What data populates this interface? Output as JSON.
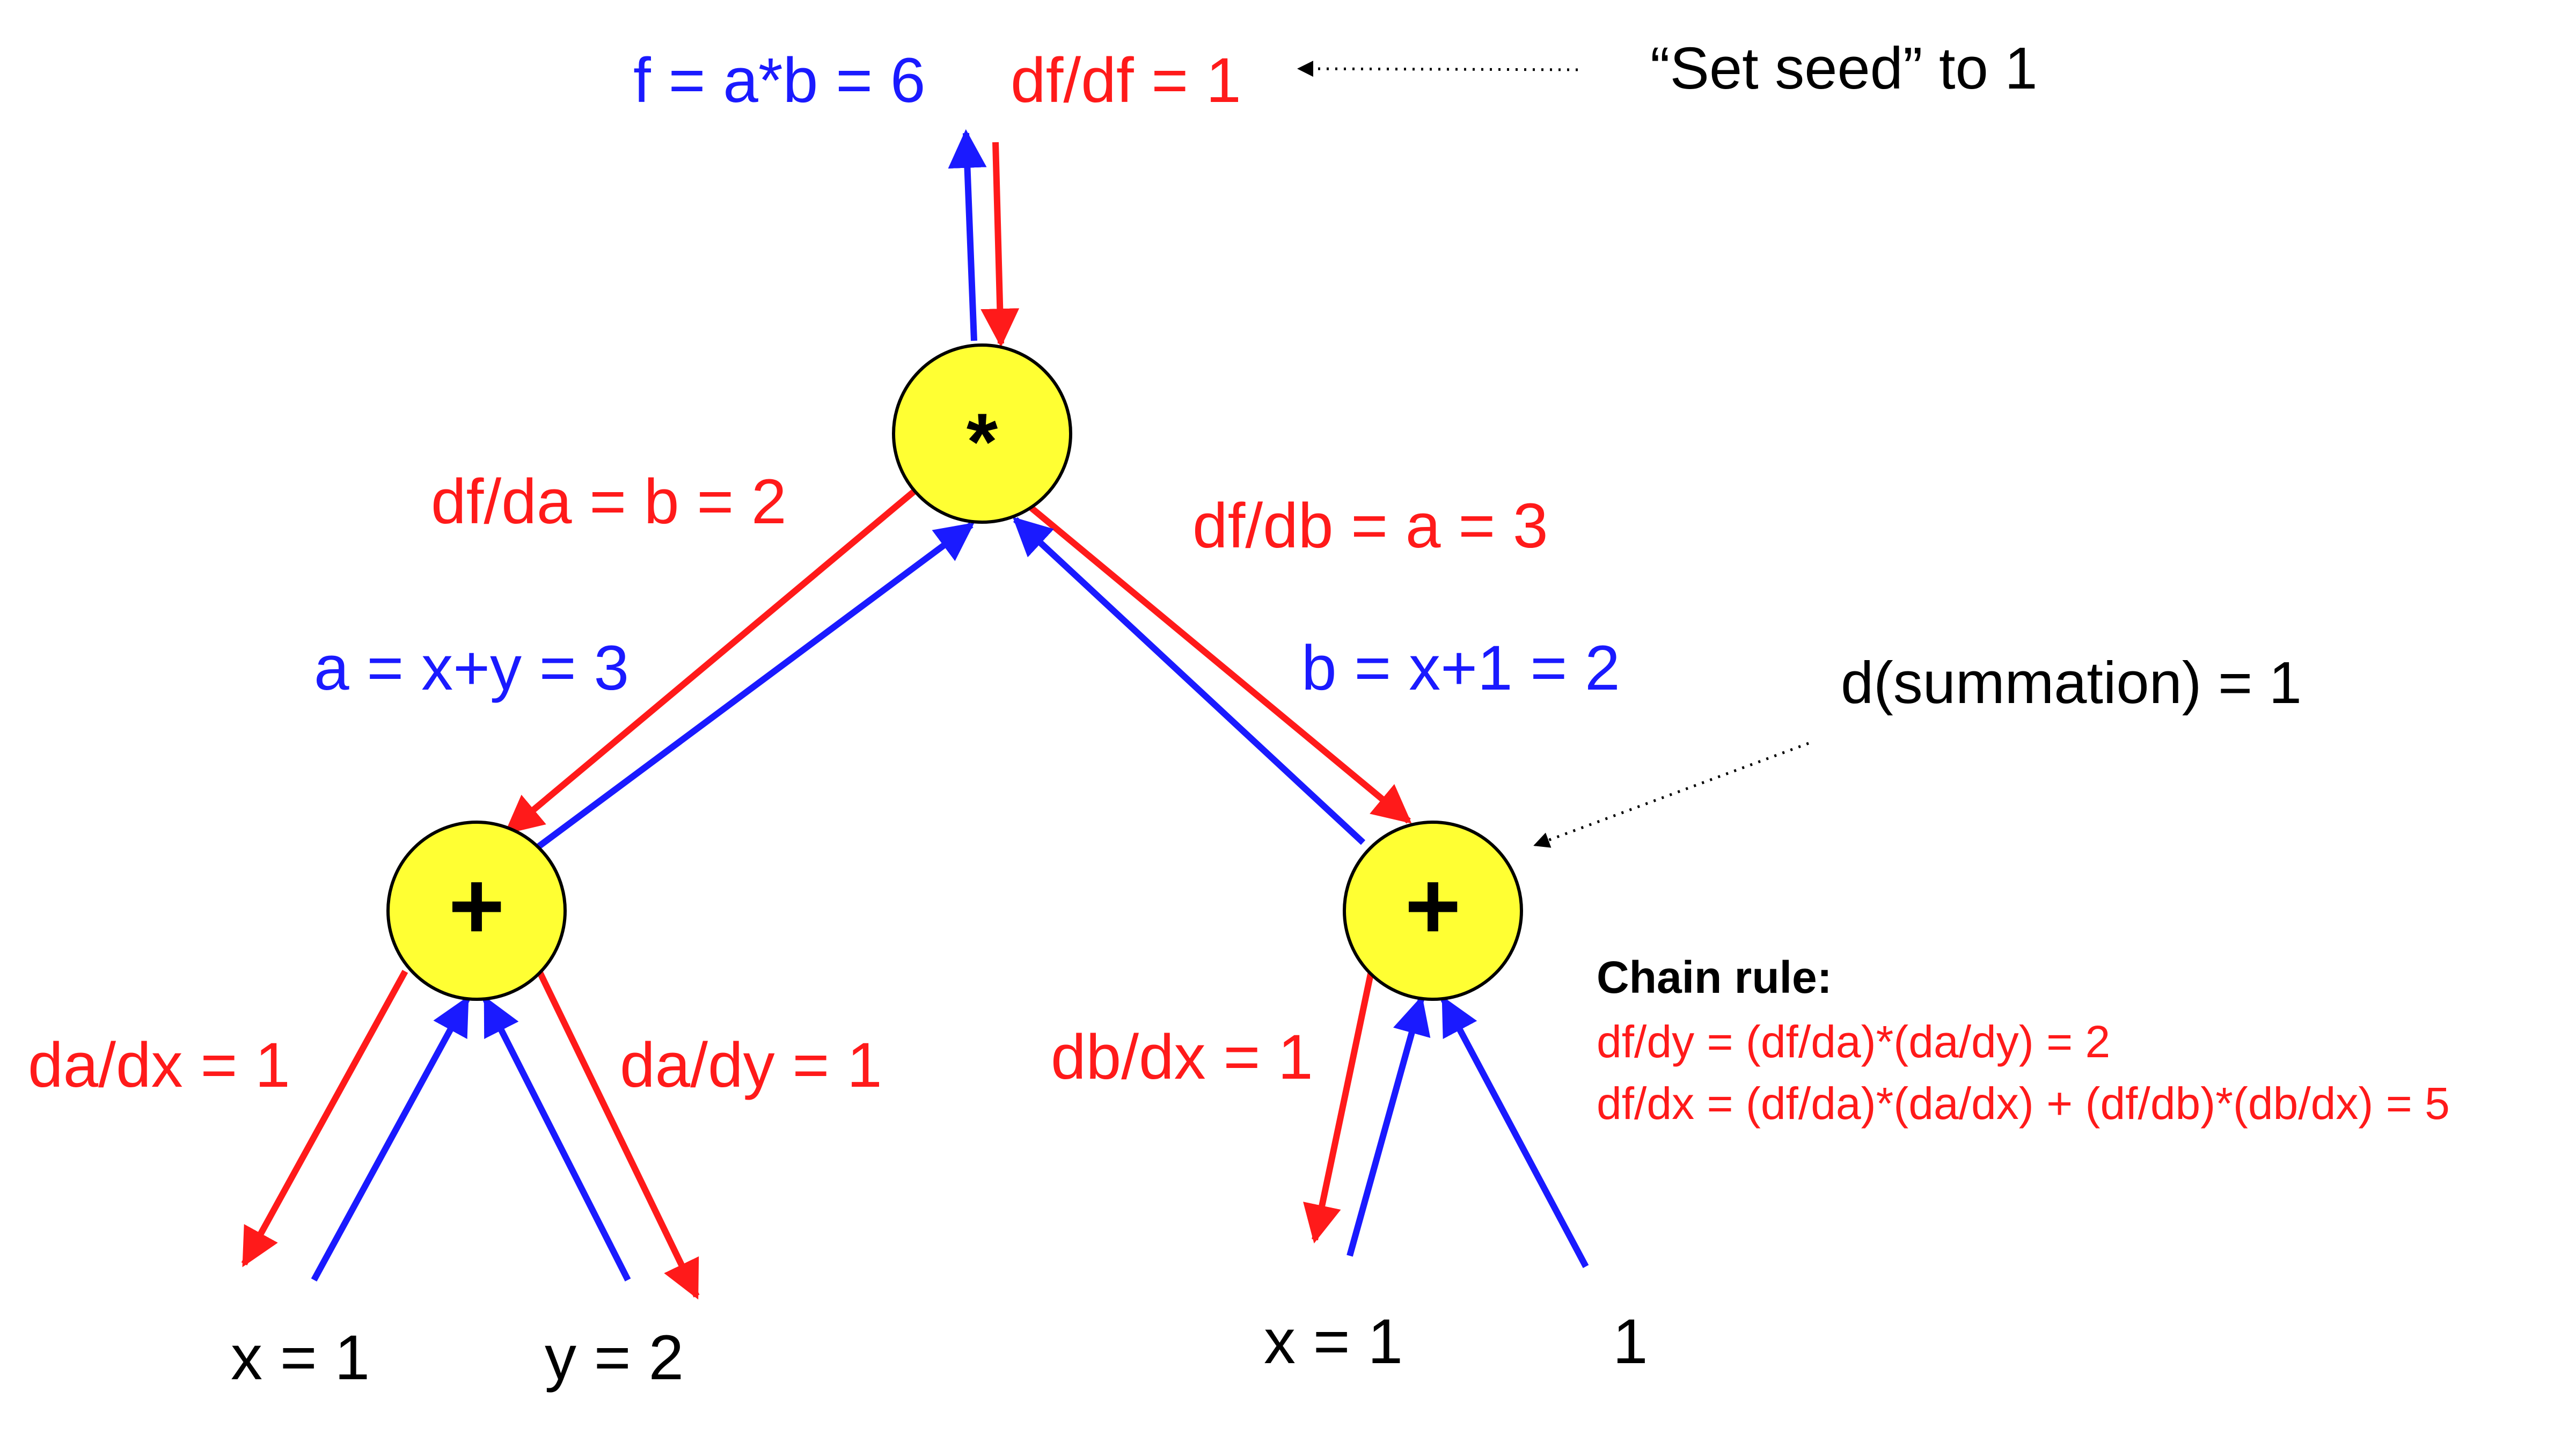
{
  "nodes": {
    "top": {
      "symbol": "*"
    },
    "left": {
      "symbol": "+"
    },
    "right": {
      "symbol": "+"
    }
  },
  "labels": {
    "forward_output": "f = a*b = 6",
    "seed_gradient": "df/df = 1",
    "seed_note": "“Set seed” to 1",
    "grad_a": "df/da = b = 2",
    "grad_b": "df/db = a = 3",
    "forward_a": "a = x+y = 3",
    "forward_b": "b = x+1 = 2",
    "summation_note": "d(summation) = 1",
    "grad_da_dx": "da/dx = 1",
    "grad_da_dy": "da/dy = 1",
    "grad_db_dx": "db/dx = 1",
    "input_x_left": "x = 1",
    "input_y": "y = 2",
    "input_x_right": "x = 1",
    "input_const": "1"
  },
  "chain_rule": {
    "title": "Chain rule:",
    "line1": "df/dy = (df/da)*(da/dy) = 2",
    "line2": "df/dx = (df/da)*(da/dx) + (df/db)*(db/dx) = 5"
  },
  "colors": {
    "forward": "#1a1aff",
    "backward": "#ff1a1a",
    "node_fill": "#ffff33",
    "node_stroke": "#000000",
    "annotation": "#000000"
  }
}
